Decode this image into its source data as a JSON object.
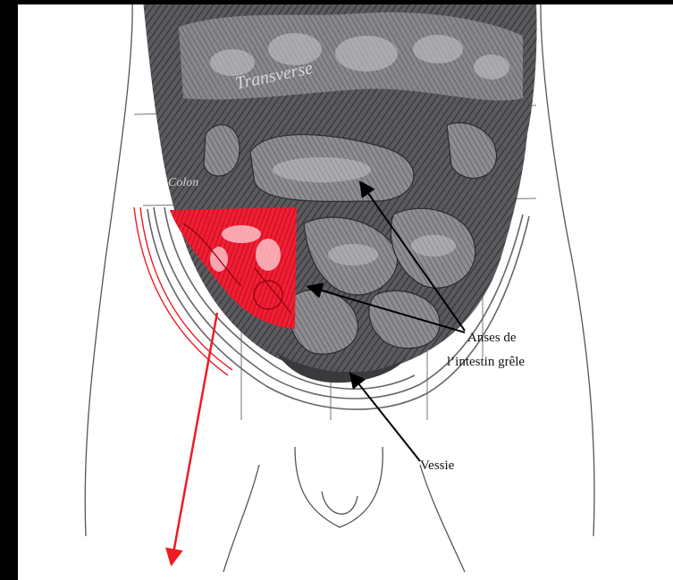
{
  "diagram": {
    "etched_labels": {
      "transverse": "Transverse",
      "colon": "Colon"
    },
    "callouts": {
      "anses_line1": "Anses de",
      "anses_line2": "l’intestin grêle",
      "vessie": "Vessie"
    },
    "colors": {
      "background": "#000000",
      "plate": "#ffffff",
      "viscera": "#4a4a4e",
      "highlight": "#e8001c",
      "arrow_black": "#000000",
      "arrow_red": "#ee1c25"
    }
  }
}
